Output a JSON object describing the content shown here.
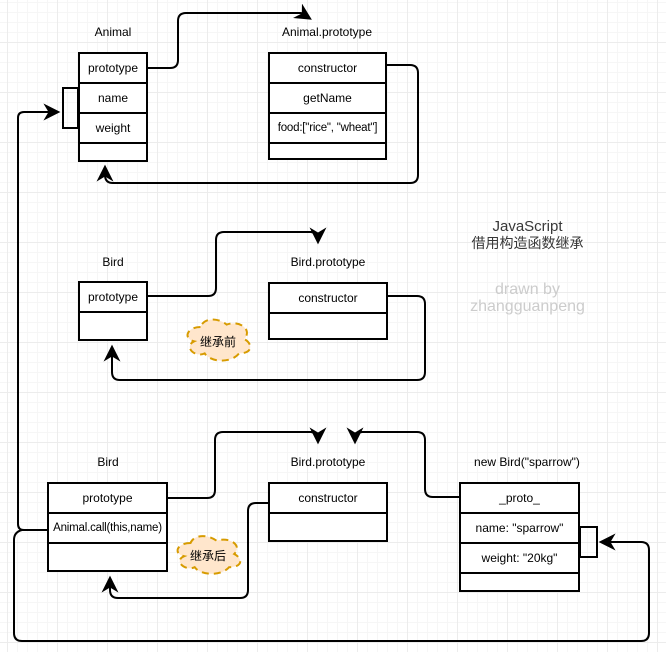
{
  "boxes": {
    "animal": {
      "title": "Animal",
      "rows": [
        "prototype",
        "name",
        "weight",
        ""
      ]
    },
    "animal_prototype": {
      "title": "Animal.prototype",
      "rows": [
        "constructor",
        "getName",
        "food:[\"rice\", \"wheat\"]",
        ""
      ]
    },
    "bird_before": {
      "title": "Bird",
      "rows": [
        "prototype",
        ""
      ]
    },
    "bird_prototype_before": {
      "title": "Bird.prototype",
      "rows": [
        "constructor",
        ""
      ]
    },
    "bird_after": {
      "title": "Bird",
      "rows": [
        "prototype",
        "Animal.call(this,name)",
        ""
      ]
    },
    "bird_prototype_after": {
      "title": "Bird.prototype",
      "rows": [
        "constructor",
        ""
      ]
    },
    "new_bird": {
      "title": "new Bird(\"sparrow\")",
      "rows": [
        "_proto_",
        "name: \"sparrow\"",
        "weight: \"20kg\"",
        ""
      ]
    }
  },
  "clouds": {
    "before": "继承前",
    "after": "继承后"
  },
  "heading": {
    "line1": "JavaScript",
    "line2": "借用构造函数继承"
  },
  "credit": {
    "line1": "drawn by",
    "line2": "zhangguanpeng"
  },
  "colors": {
    "line": "#000000",
    "cloud_fill": "#ffe6cc",
    "cloud_border": "#d79b00",
    "credit_text": "#cccccc",
    "heading_text": "#383838"
  }
}
